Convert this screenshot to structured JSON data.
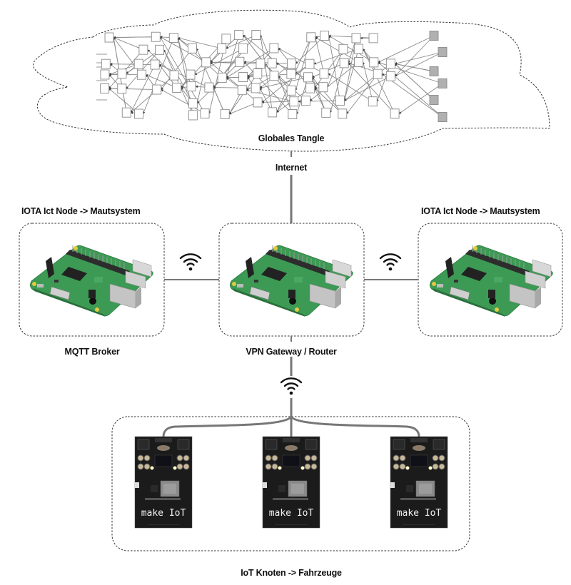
{
  "diagram": {
    "cloud": {
      "label": "Globales Tangle",
      "tip_color": "#b0b0b0",
      "node_color": "#ffffff",
      "edge_color": "#8a8a8a"
    },
    "uplink": {
      "label": "Internet"
    },
    "nodes": [
      {
        "id": "left",
        "top_label": "IOTA Ict Node -> Mautsystem",
        "bottom_label": "MQTT Broker",
        "device": "raspberry-pi"
      },
      {
        "id": "center",
        "top_label": "",
        "bottom_label": "VPN Gateway / Router",
        "device": "raspberry-pi"
      },
      {
        "id": "right",
        "top_label": "IOTA Ict Node -> Mautsystem",
        "bottom_label": "",
        "device": "raspberry-pi"
      }
    ],
    "links": [
      {
        "from": "left",
        "to": "center",
        "type": "wifi"
      },
      {
        "from": "center",
        "to": "right",
        "type": "wifi"
      },
      {
        "from": "center",
        "to": "iot-group",
        "type": "wifi"
      }
    ],
    "iot_group": {
      "label": "IoT Knoten -> Fahrzeuge",
      "devices": [
        {
          "board_text": "make IoT"
        },
        {
          "board_text": "make IoT"
        },
        {
          "board_text": "make IoT"
        }
      ]
    },
    "colors": {
      "line": "#777777",
      "dash": "#333333",
      "pcb_green": "#3f9a55",
      "pcb_black": "#1a1a1a"
    }
  }
}
